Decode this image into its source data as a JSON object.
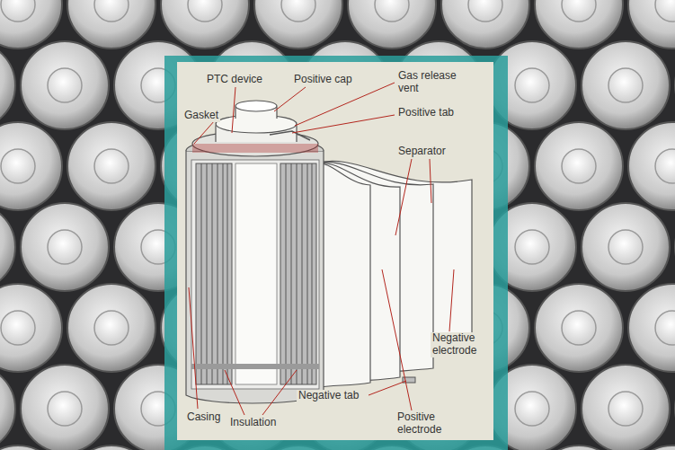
{
  "diagram": {
    "labels": [
      "PTC device",
      "Positive cap",
      "Gas release vent",
      "Gasket",
      "Positive tab",
      "Separator",
      "Negative electrode",
      "Negative tab",
      "Positive electrode",
      "Casing",
      "Insulation"
    ]
  }
}
